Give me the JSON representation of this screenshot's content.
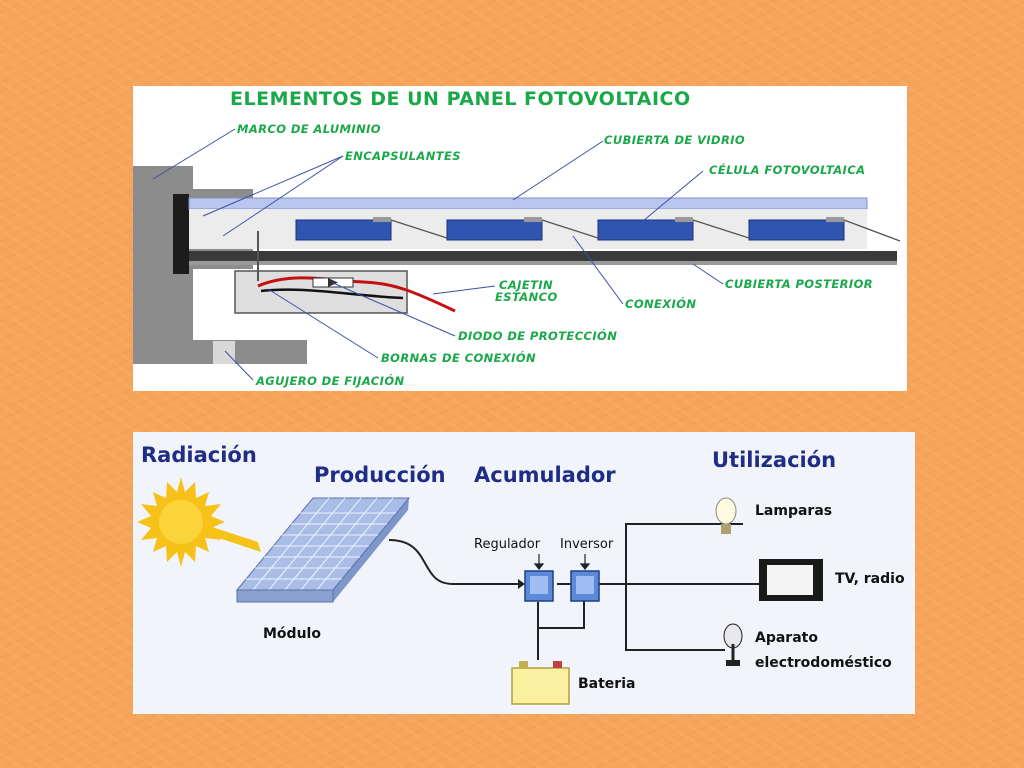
{
  "top_diagram": {
    "title": "ELEMENTOS DE UN PANEL FOTOVOLTAICO",
    "labels": {
      "marco": "MARCO DE ALUMINIO",
      "encapsulantes": "ENCAPSULANTES",
      "vidrio": "CUBIERTA DE VIDRIO",
      "celula": "CÉLULA FOTOVOLTAICA",
      "cajetin_1": "CAJETIN",
      "cajetin_2": "ESTANCO",
      "posterior": "CUBIERTA POSTERIOR",
      "conexion": "CONEXIÓN",
      "diodo": "DIODO DE PROTECCIÓN",
      "bornas": "BORNAS DE CONEXIÓN",
      "agujero": "AGUJERO DE FIJACIÓN"
    }
  },
  "bottom_diagram": {
    "headings": {
      "radiacion": "Radiación",
      "produccion": "Producción",
      "acumulador": "Acumulador",
      "utilizacion": "Utilización"
    },
    "labels": {
      "modulo": "Módulo",
      "regulador": "Regulador",
      "inversor": "Inversor",
      "bateria": "Bateria",
      "lamparas": "Lamparas",
      "tv": "TV, radio",
      "aparato_1": "Aparato",
      "aparato_2": "electrodoméstico"
    }
  },
  "colors": {
    "background": "#f6a45a",
    "label_green": "#1aa84a",
    "heading_blue": "#1f2d86",
    "cell_blue": "#2f55b0",
    "frame_gray": "#8c8c8c",
    "sun_yellow": "#f6c21a"
  }
}
